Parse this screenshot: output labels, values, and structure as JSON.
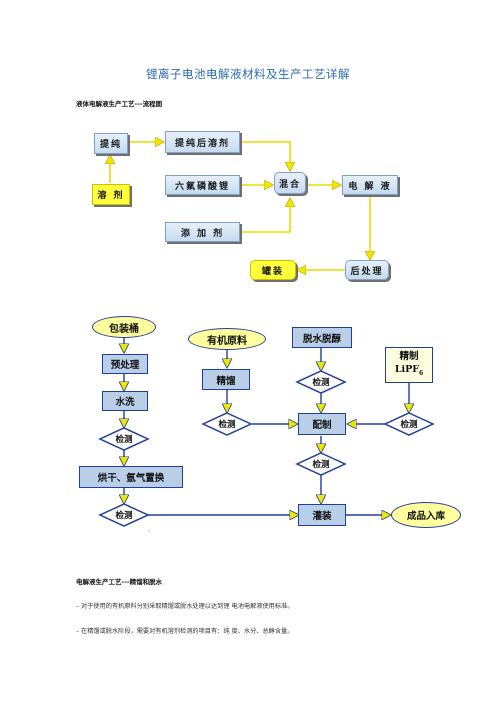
{
  "doc": {
    "title": "锂离子电池电解液材料及生产工艺详解",
    "section1_heading": "液体电解液生产工艺---流程图",
    "section2_heading": "电解液生产工艺---精馏和脱水",
    "bullet1": "– 对于使用的有机原料分别采取精馏或脱水处理以达到锂 电池电解液使用标准。",
    "bullet2": "– 在精馏或脱水阶段，需要对有机溶剂检测的项目有：纯 度、水分、总醇含量。",
    "small_mark": "·"
  },
  "flow1": {
    "tichun": "提纯",
    "tichun_hou": "提纯后溶剂",
    "rongji": "溶 剂",
    "liufu": "六氟磷酸锂",
    "hunhe": "混合",
    "dianjieye": "电 解 液",
    "tianjiaji": "添   加   剂",
    "houchuli": "后处理",
    "guanzhuang": "罐装"
  },
  "flow2": {
    "baozhuangtong": "包装桶",
    "yuchuli": "预处理",
    "shuixi": "水洗",
    "jiance_1": "检测",
    "hongan": "烘干、氩气置换",
    "jiance_2": "检测",
    "youji": "有机原料",
    "jingliu": "精馏",
    "jiance_3": "检测",
    "tuoshui": "脱水脱醇",
    "jiance_4": "检测",
    "peizhi": "配制",
    "jiance_5": "检测",
    "guanzhuang": "灌装",
    "jingzhi_1": "精制",
    "jingzhi_2": "LiPF",
    "jingzhi_sub": "6",
    "jiance_6": "检测",
    "chengpin": "成品入库"
  },
  "colors": {
    "title": "#2e6db4",
    "box_blue": "#c6dbf0",
    "box_yellow": "#ffff3c",
    "flow2_box": "#b9cfe8",
    "flow2_oval": "#ffff9e",
    "diamond_fill": "#ffffff",
    "line_blue": "#1f3f9b",
    "arrow_yellow": "#f2e600"
  }
}
